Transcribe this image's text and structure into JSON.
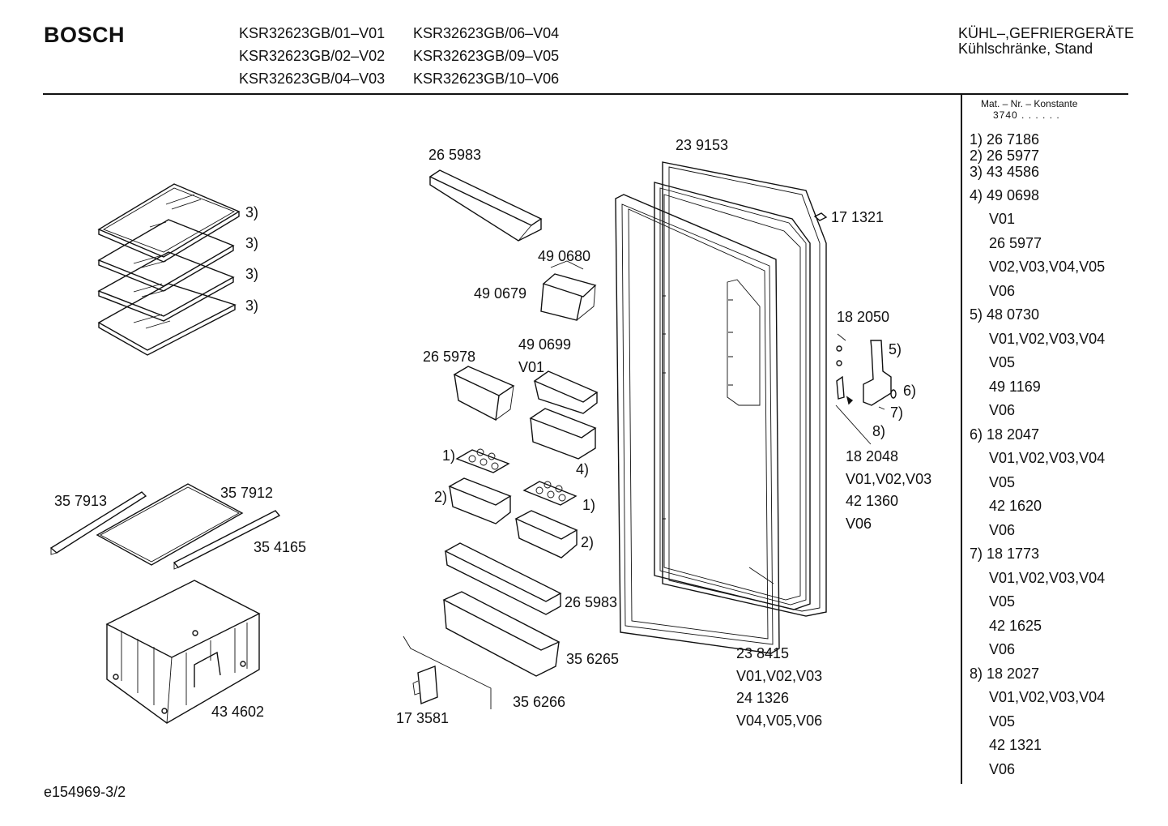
{
  "header": {
    "brand": "BOSCH",
    "models": [
      "KSR32623GB/01–V01",
      "KSR32623GB/06–V04",
      "KSR32623GB/02–V02",
      "KSR32623GB/09–V05",
      "KSR32623GB/04–V03",
      "KSR32623GB/10–V06"
    ],
    "category_line1": "KÜHL–,GEFRIERGERÄTE",
    "category_line2": "Kühlschränke, Stand"
  },
  "constants": {
    "title": "Mat. – Nr. – Konstante",
    "value": "3740 . . . . . ."
  },
  "legend": [
    "1) 26 7186",
    "2) 26 5977",
    "3) 43 4586",
    "4) 49 0698",
    "V01",
    "26 5977",
    "V02,V03,V04,V05",
    "V06",
    "5) 48 0730",
    "V01,V02,V03,V04",
    "V05",
    "49 1169",
    "V06",
    "6) 18 2047",
    "V01,V02,V03,V04",
    "V05",
    "42 1620",
    "V06",
    "7) 18 1773",
    "V01,V02,V03,V04",
    "V05",
    "42 1625",
    "V06",
    "8) 18 2027",
    "V01,V02,V03,V04",
    "V05",
    "42 1321",
    "V06"
  ],
  "labels": [
    "3)",
    "3)",
    "3)",
    "3)",
    "26 5983",
    "23 9153",
    "17 1321",
    "49 0680",
    "49 0679",
    "18 2050",
    "5)",
    "6)",
    "7)",
    "8)",
    "49 0699",
    "V01",
    "26 5978",
    "1)",
    "4)",
    "2)",
    "1)",
    "2)",
    "18 2048",
    "V01,V02,V03",
    "42 1360",
    "V06",
    "35 7913",
    "35 7912",
    "35 4165",
    "26 5983",
    "35 6265",
    "35 6266",
    "17 3581",
    "43 4602",
    "23 8415",
    "V01,V02,V03",
    "24 1326",
    "V04,V05,V06"
  ],
  "footer": "e154969-3/2"
}
